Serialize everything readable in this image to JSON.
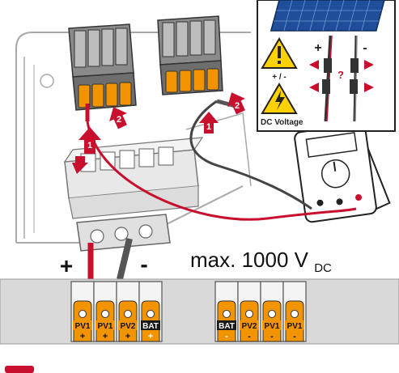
{
  "diagram": {
    "max_voltage_prefix": "max. 1000 V",
    "max_voltage_subscript": "DC",
    "polarity_plus": "+",
    "polarity_minus": "-",
    "step_1": "1",
    "step_2": "2",
    "inset": {
      "warning_polarity_label": "+ / -",
      "dc_voltage_label": "DC Voltage",
      "connector_plus": "+",
      "connector_minus": "-",
      "question_mark": "?"
    },
    "colors": {
      "terminal_orange": "#f29400",
      "arrow_red": "#c8102e",
      "warning_yellow": "#ffd200",
      "solar_blue": "#1f4e9a",
      "probe_gray": "#555555",
      "panel_gray": "#d9d9d9"
    },
    "left_terminals": [
      {
        "label": "PV1",
        "polarity": "+",
        "dark": false
      },
      {
        "label": "PV1",
        "polarity": "+",
        "dark": false
      },
      {
        "label": "PV2",
        "polarity": "+",
        "dark": false
      },
      {
        "label": "BAT",
        "polarity": "+",
        "dark": true
      }
    ],
    "right_terminals": [
      {
        "label": "BAT",
        "polarity": "-",
        "dark": true
      },
      {
        "label": "PV2",
        "polarity": "-",
        "dark": false
      },
      {
        "label": "PV1",
        "polarity": "-",
        "dark": false
      },
      {
        "label": "PV1",
        "polarity": "-",
        "dark": false
      }
    ]
  }
}
